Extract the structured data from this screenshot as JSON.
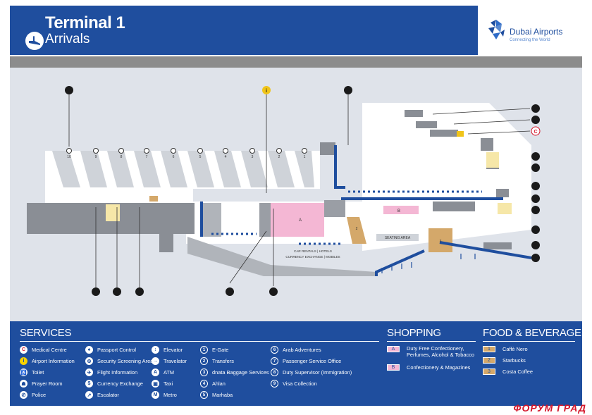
{
  "header": {
    "title": "Terminal 1",
    "subtitle": "Arrivals",
    "brand_name": "Dubai Airports",
    "brand_tagline": "Connecting the World"
  },
  "map": {
    "gates": [
      "10",
      "9",
      "8",
      "7",
      "6",
      "5",
      "4",
      "3",
      "2",
      "1"
    ],
    "zones": {
      "duty_free": "A",
      "confectionery": "B",
      "cafe_1": "1",
      "cafe_2": "2",
      "cafe_3": "3"
    },
    "labels": {
      "seating": "SEATING AREA",
      "services_line1": "CAR RENTALS | HOTELS",
      "services_line2": "CURRENCY EXCHANGE | MOBILES"
    }
  },
  "services": {
    "title": "SERVICES",
    "items": [
      {
        "icon": "medical-icon",
        "glyph": "C",
        "label": "Medical Centre"
      },
      {
        "icon": "information-icon",
        "glyph": "i",
        "label": "Airport Information"
      },
      {
        "icon": "toilet-icon",
        "glyph": "♿",
        "label": "Toilet"
      },
      {
        "icon": "prayer-room-icon",
        "glyph": "☗",
        "label": "Prayer Room"
      },
      {
        "icon": "police-icon",
        "glyph": "✆",
        "label": "Police"
      },
      {
        "icon": "passport-control-icon",
        "glyph": "♠",
        "label": "Passport Control"
      },
      {
        "icon": "security-screening-icon",
        "glyph": "⚙",
        "label": "Security Screening Areas"
      },
      {
        "icon": "flight-information-icon",
        "glyph": "✈",
        "label": "Flight Information"
      },
      {
        "icon": "currency-exchange-icon",
        "glyph": "$",
        "label": "Currency Exchange"
      },
      {
        "icon": "escalator-icon",
        "glyph": "↗",
        "label": "Escalator"
      },
      {
        "icon": "elevator-icon",
        "glyph": "↕",
        "label": "Elevator"
      },
      {
        "icon": "travelator-icon",
        "glyph": "→",
        "label": "Travelator"
      },
      {
        "icon": "atm-icon",
        "glyph": "A",
        "label": "ATM"
      },
      {
        "icon": "taxi-icon",
        "glyph": "▣",
        "label": "Taxi"
      },
      {
        "icon": "metro-icon",
        "glyph": "M",
        "label": "Metro"
      },
      {
        "icon": "service-1-icon",
        "glyph": "1",
        "label": "E-Gate"
      },
      {
        "icon": "service-2-icon",
        "glyph": "2",
        "label": "Transfers"
      },
      {
        "icon": "service-3-icon",
        "glyph": "3",
        "label": "dnata Baggage Services"
      },
      {
        "icon": "service-4-icon",
        "glyph": "4",
        "label": "Ahlan"
      },
      {
        "icon": "service-5-icon",
        "glyph": "5",
        "label": "Marhaba"
      },
      {
        "icon": "service-6-icon",
        "glyph": "6",
        "label": "Arab Adventures"
      },
      {
        "icon": "service-7-icon",
        "glyph": "7",
        "label": "Passenger Service Office"
      },
      {
        "icon": "service-8-icon",
        "glyph": "8",
        "label": "Duty Supervisor (Immigration)"
      },
      {
        "icon": "service-9-icon",
        "glyph": "9",
        "label": "Visa Collection"
      }
    ]
  },
  "shopping": {
    "title": "SHOPPING",
    "items": [
      {
        "code": "A",
        "label": "Duty Free Confectionery, Perfumes, Alcohol & Tobacco",
        "color": "#f4b7d4"
      },
      {
        "code": "B",
        "label": "Confectionery & Magazines",
        "color": "#f4b7d4"
      }
    ]
  },
  "food": {
    "title": "FOOD & BEVERAGE",
    "items": [
      {
        "code": "1",
        "label": "Caffè Nero",
        "color": "#d4a86a"
      },
      {
        "code": "2",
        "label": "Starbucks",
        "color": "#d4a86a"
      },
      {
        "code": "3",
        "label": "Costa Coffee",
        "color": "#d4a86a"
      }
    ]
  },
  "watermark": "ФОРУМ ГРАД"
}
